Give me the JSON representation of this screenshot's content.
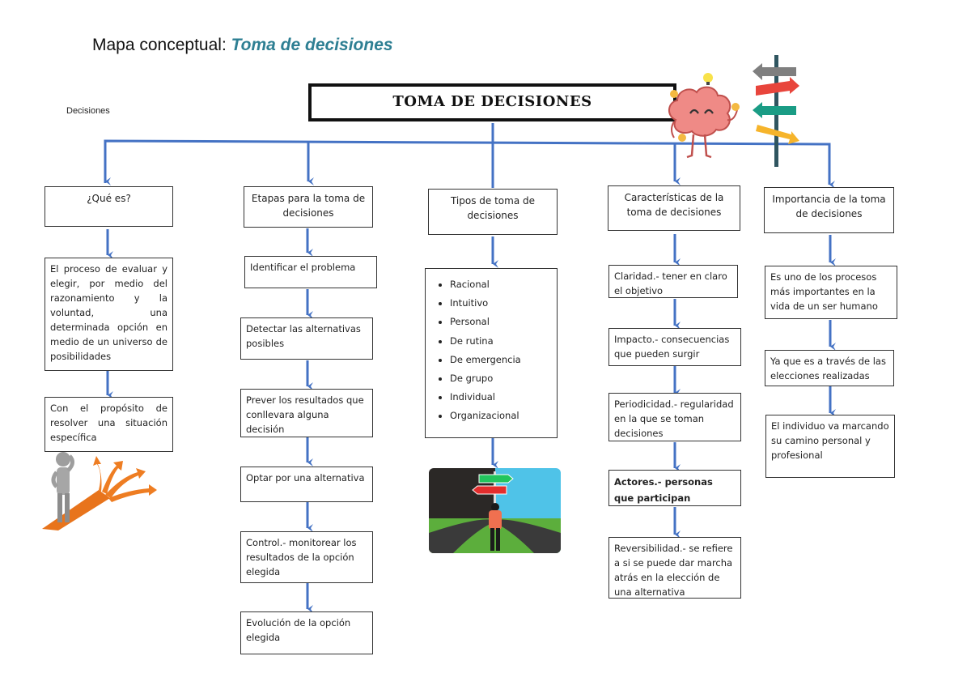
{
  "header": {
    "title_lead": "Mapa conceptual: ",
    "title_accent": "Toma de decisiones",
    "subtitle": "Decisiones"
  },
  "main_topic": "TOMA DE DECISIONES",
  "colors": {
    "connector": "#4472c4",
    "title_accent": "#2e7f93",
    "box_border": "#333333",
    "main_border": "#111111"
  },
  "branches": [
    {
      "heading": "¿Qué es?",
      "items": [
        "El proceso de evaluar y elegir, por medio del razonamiento y la voluntad, una determinada opción en medio de un universo de posibilidades",
        "Con el propósito de resolver una situación específica"
      ]
    },
    {
      "heading": "Etapas para la toma de decisiones",
      "items": [
        "Identificar el problema",
        "Detectar las alternativas posibles",
        "Prever los resultados que conllevara alguna decisión",
        "Optar por una alternativa",
        "Control.- monitorear los resultados de la opción elegida",
        "Evolución de la opción elegida"
      ]
    },
    {
      "heading": "Tipos de toma de decisiones",
      "list": [
        "Racional",
        "Intuitivo",
        "Personal",
        "De rutina",
        "De emergencia",
        "De grupo",
        "Individual",
        "Organizacional"
      ]
    },
    {
      "heading": "Características de la toma de decisiones",
      "items": [
        "Claridad.- tener en claro el objetivo",
        "Impacto.- consecuencias que pueden surgir",
        "Periodicidad.- regularidad en la que se toman decisiones",
        "Actores.- personas que participan",
        "Reversibilidad.- se refiere a si se puede dar marcha atrás en la elección de una alternativa"
      ]
    },
    {
      "heading": "Importancia de la toma de decisiones",
      "items": [
        "Es uno de los procesos más importantes en la vida de un ser humano",
        "Ya que es a través de las elecciones realizadas",
        "El individuo va marcando su camino personal y profesional"
      ]
    }
  ],
  "illustrations": {
    "brain": "brain-with-lightbulbs",
    "signpost": "direction-signpost",
    "thinker": "person-choosing-paths",
    "crossroads": "person-at-crossroads"
  }
}
